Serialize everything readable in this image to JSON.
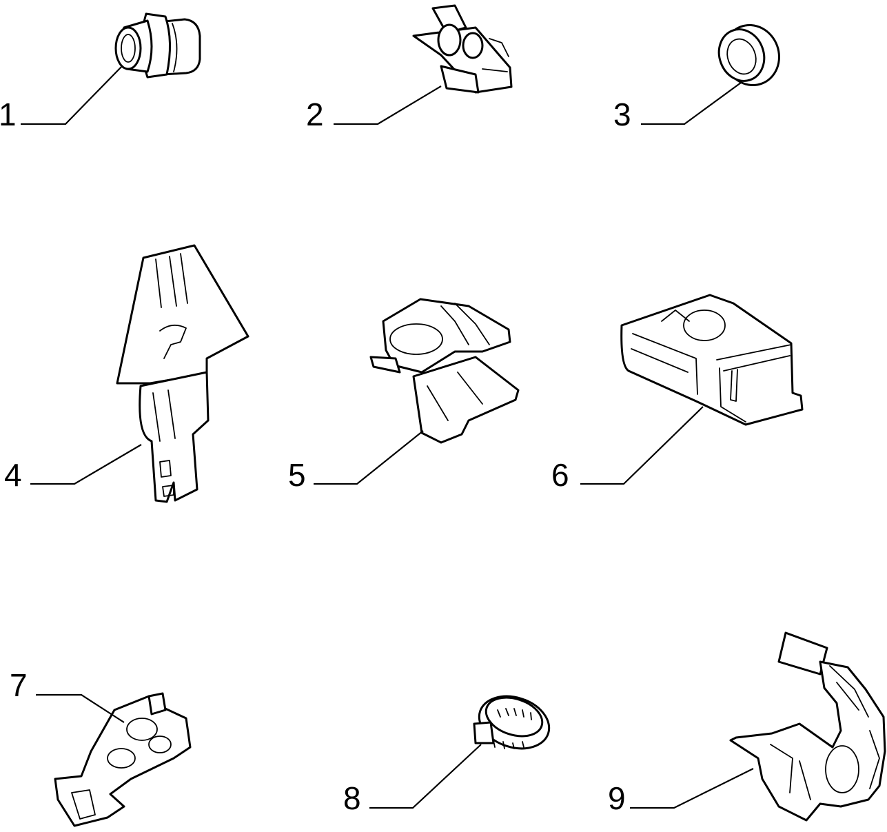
{
  "parts": [
    {
      "id": "1",
      "label": "1",
      "icon": "grommet-oval-icon"
    },
    {
      "id": "2",
      "label": "2",
      "icon": "double-pipe-clip-icon"
    },
    {
      "id": "3",
      "label": "3",
      "icon": "round-grommet-icon"
    },
    {
      "id": "4",
      "label": "4",
      "icon": "multi-pipe-holder-icon"
    },
    {
      "id": "5",
      "label": "5",
      "icon": "arrow-fastener-clip-icon"
    },
    {
      "id": "6",
      "label": "6",
      "icon": "cable-clip-icon"
    },
    {
      "id": "7",
      "label": "7",
      "icon": "hinged-pipe-clamp-icon"
    },
    {
      "id": "8",
      "label": "8",
      "icon": "triple-pipe-clip-icon"
    },
    {
      "id": "9",
      "label": "9",
      "icon": "hose-clamp-icon"
    }
  ]
}
